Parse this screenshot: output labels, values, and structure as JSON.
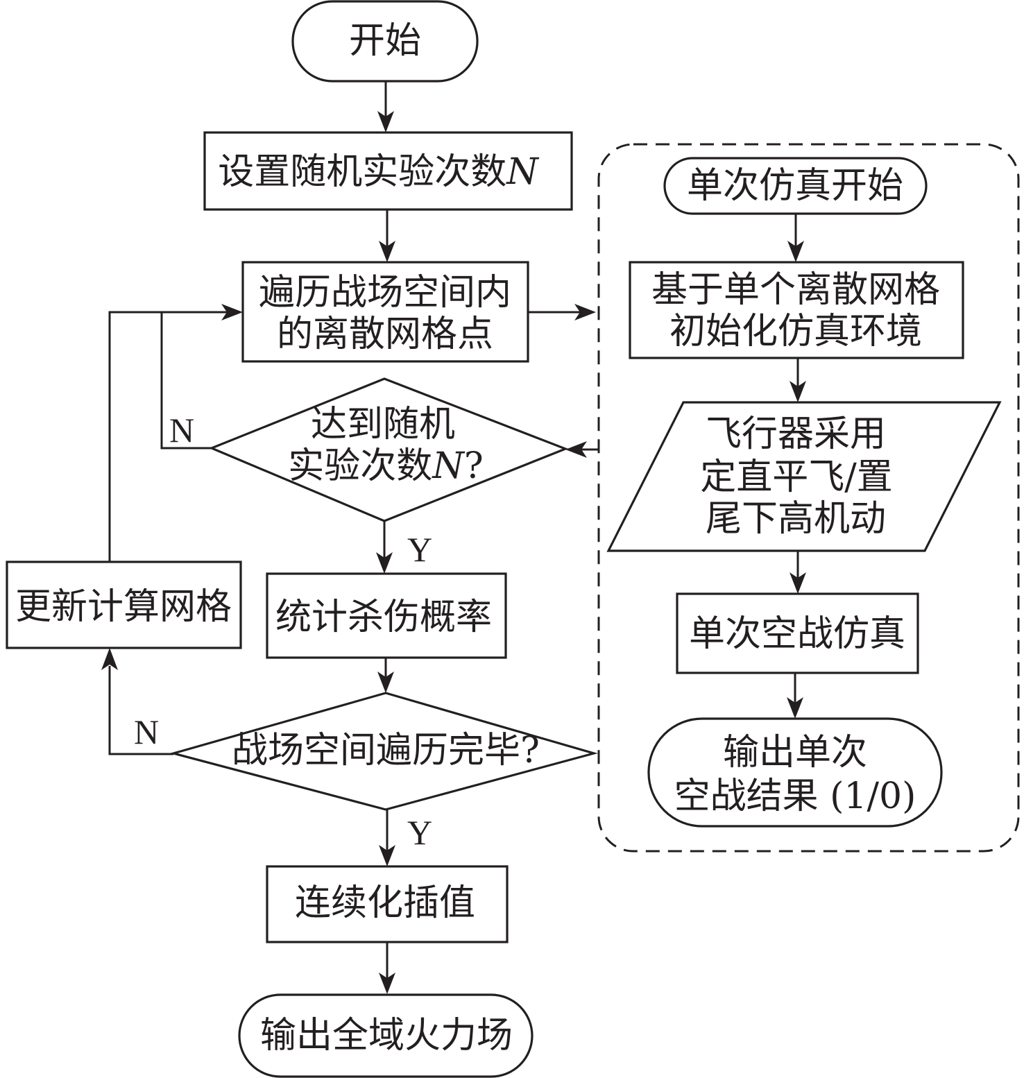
{
  "diagram": {
    "type": "flowchart",
    "main_flow": {
      "start": "开始",
      "set_trials": {
        "text": "设置随机实验次数",
        "var": "N"
      },
      "traverse": [
        "遍历战场空间内",
        "的离散网格点"
      ],
      "decision_trials": {
        "line1": "达到随机",
        "line2": "实验次数",
        "var": "N",
        "suffix": "?"
      },
      "stat_kill_prob": "统计杀伤概率",
      "update_grid": "更新计算网格",
      "decision_space": "战场空间遍历完毕?",
      "interpolate": "连续化插值",
      "output_field": "输出全域火力场"
    },
    "labels": {
      "yes": "Y",
      "no": "N"
    },
    "sub_flow": {
      "start": "单次仿真开始",
      "init_env": [
        "基于单个离散网格",
        "初始化仿真环境"
      ],
      "maneuver": [
        "飞行器采用",
        "定直平飞/置",
        "尾下高机动"
      ],
      "single_sim": "单次空战仿真",
      "output_result": [
        "输出单次",
        "空战结果 (1/0)"
      ]
    }
  }
}
